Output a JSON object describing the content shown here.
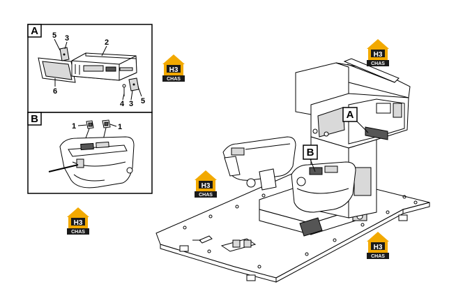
{
  "panels": {
    "a": {
      "letter": "A",
      "callouts": [
        "5",
        "3",
        "2",
        "6",
        "4",
        "3",
        "5"
      ]
    },
    "b": {
      "letter": "B",
      "callouts": [
        "1",
        "1"
      ]
    }
  },
  "main_view": {
    "callout_a": "A",
    "callout_b": "B"
  },
  "watermark": {
    "logo_top": "H3",
    "logo_bottom": "CHAS",
    "color_orange": "#f2a900",
    "color_dark": "#1a1a1a"
  }
}
